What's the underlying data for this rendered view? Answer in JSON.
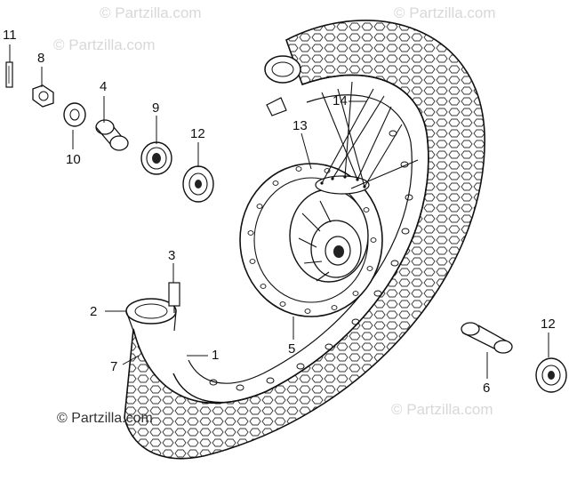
{
  "diagram": {
    "callouts": [
      {
        "id": "c11",
        "label": "11",
        "part": "part-11"
      },
      {
        "id": "c8",
        "label": "8",
        "part": "part-8"
      },
      {
        "id": "c4",
        "label": "4",
        "part": "part-4"
      },
      {
        "id": "c9",
        "label": "9",
        "part": "part-9"
      },
      {
        "id": "c12a",
        "label": "12",
        "part": "part-12-upper"
      },
      {
        "id": "c10",
        "label": "10",
        "part": "part-10"
      },
      {
        "id": "c14",
        "label": "14",
        "part": "part-14"
      },
      {
        "id": "c13",
        "label": "13",
        "part": "part-13"
      },
      {
        "id": "c3",
        "label": "3",
        "part": "part-3"
      },
      {
        "id": "c2",
        "label": "2",
        "part": "part-2"
      },
      {
        "id": "c7",
        "label": "7",
        "part": "part-7"
      },
      {
        "id": "c1",
        "label": "1",
        "part": "part-1"
      },
      {
        "id": "c5",
        "label": "5",
        "part": "part-5"
      },
      {
        "id": "c12b",
        "label": "12",
        "part": "part-12-lower"
      },
      {
        "id": "c6",
        "label": "6",
        "part": "part-6"
      }
    ],
    "watermarks": {
      "faint": [
        "© Partzilla.com",
        "© Partzilla.com",
        "© Partzilla.com",
        "© Partzilla.com"
      ],
      "corner": "© Partzilla.com"
    }
  }
}
